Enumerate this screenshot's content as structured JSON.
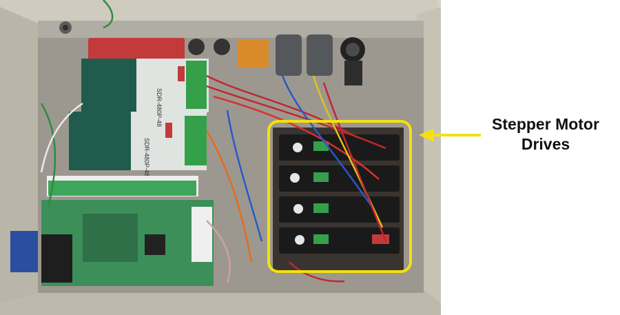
{
  "annotation": {
    "label_line1": "Stepper Motor",
    "label_line2": "Drives",
    "highlight_color": "#f5e10f",
    "arrow_color": "#f5e10f"
  },
  "photo": {
    "subject": "stepper-motor-drives"
  },
  "psu": {
    "model_label": "SDR-480P-48"
  }
}
